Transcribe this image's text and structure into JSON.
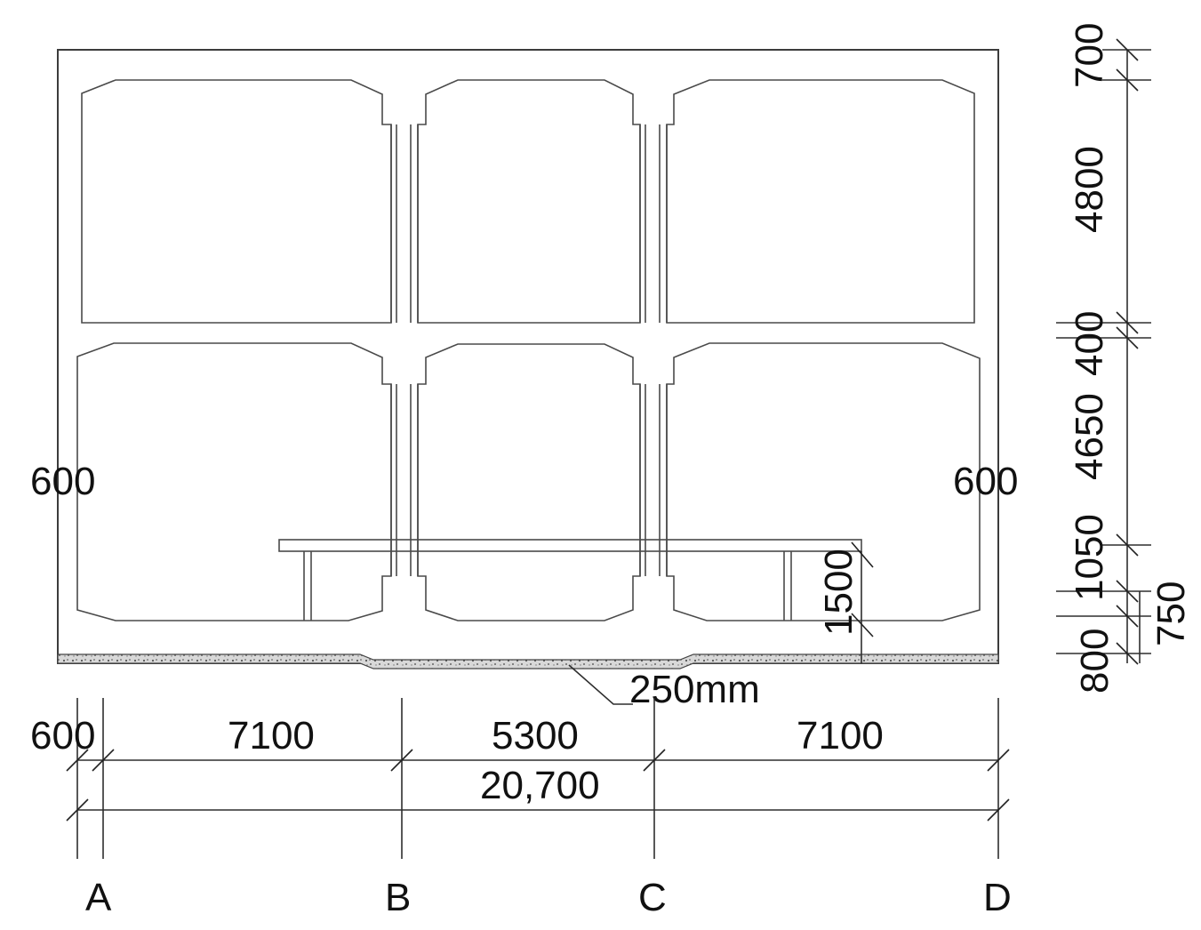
{
  "side_labels": {
    "left": "600",
    "right": "600"
  },
  "slab_label": "250mm",
  "beam_height_label": "1500",
  "horizontal_dims": {
    "offset": "600",
    "spans": [
      "7100",
      "5300",
      "7100"
    ],
    "total": "20,700"
  },
  "vertical_dims": {
    "top": "700",
    "upper_cell": "4800",
    "mid_slab": "400",
    "lower_cell": "4650",
    "lower_a": "1050",
    "lower_b": "800",
    "side_extra": "750"
  },
  "axes": [
    "A",
    "B",
    "C",
    "D"
  ]
}
